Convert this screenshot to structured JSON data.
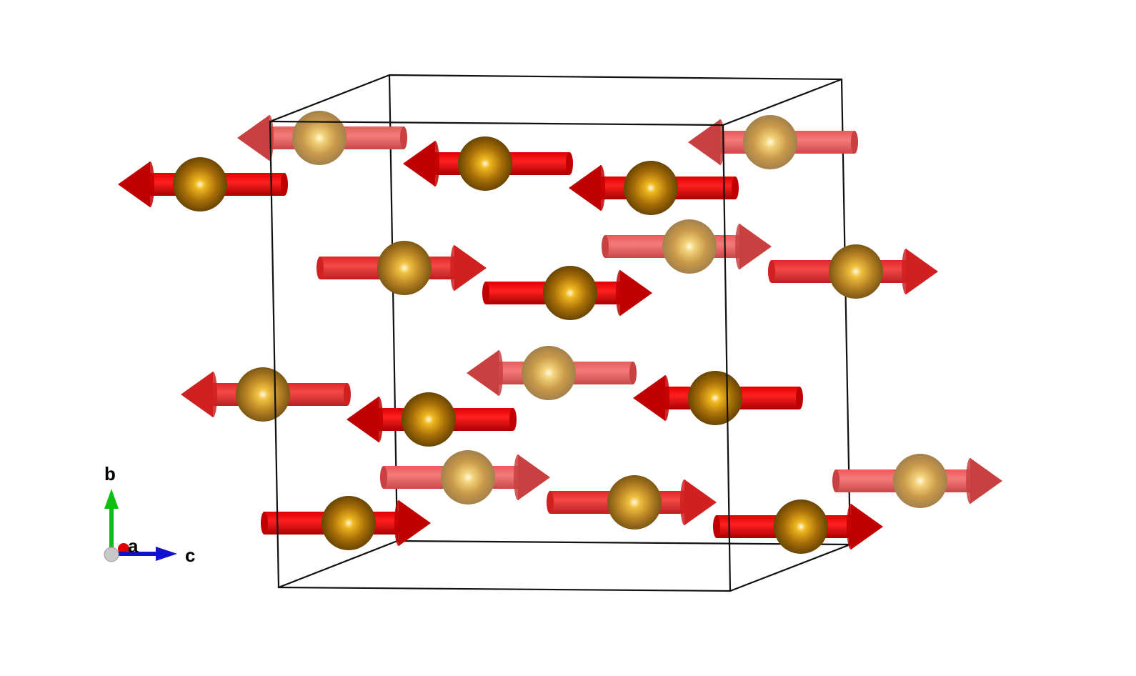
{
  "structure": {
    "atom_color": "#b8801a",
    "spin_color": "#e80000",
    "cell_edge_color": "#111111"
  },
  "axes": {
    "a_label": "a",
    "b_label": "b",
    "c_label": "c",
    "a_color": "#e00000",
    "b_color": "#10c010",
    "c_color": "#1010d0"
  }
}
